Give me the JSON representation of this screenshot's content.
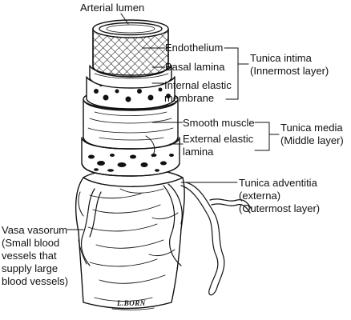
{
  "labels": {
    "arterial_lumen": "Arterial lumen",
    "endothelium": "Endothelium",
    "basal_lamina": "Basal lamina",
    "internal_elastic_1": "Internal elastic",
    "internal_elastic_2": "membrane",
    "tunica_intima_1": "Tunica intima",
    "tunica_intima_2": "(Innermost layer)",
    "smooth_muscle": "Smooth muscle",
    "external_elastic_1": "External elastic",
    "external_elastic_2": "lamina",
    "tunica_media_1": "Tunica media",
    "tunica_media_2": "(Middle layer)",
    "tunica_adventitia_1": "Tunica adventitia",
    "tunica_adventitia_2": "(externa)",
    "tunica_adventitia_3": "(Outermost layer)",
    "vasa_vasorum_1": "Vasa vasorum",
    "vasa_vasorum_2": "(Small blood",
    "vasa_vasorum_3": "vessels that",
    "vasa_vasorum_4": "supply large",
    "vasa_vasorum_5": "blood vessels)"
  },
  "signature": "L.BORN",
  "colors": {
    "ink": "#111111",
    "paper": "#ffffff"
  }
}
